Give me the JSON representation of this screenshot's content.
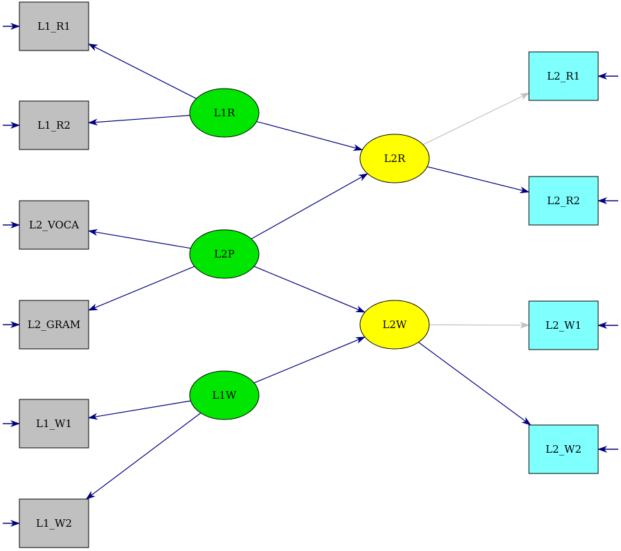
{
  "colors": {
    "observed_left_fill": "#c0c0c0",
    "observed_right_fill": "#80ffff",
    "latent_exogenous_fill": "#00e600",
    "latent_endogenous_fill": "#ffff00",
    "path_color": "#000080",
    "faint_path_color": "#c0c0c0",
    "background": "#ffffff"
  },
  "nodes": {
    "L1_R1": {
      "label": "L1_R1",
      "kind": "observed-left"
    },
    "L1_R2": {
      "label": "L1_R2",
      "kind": "observed-left"
    },
    "L2_VOCA": {
      "label": "L2_VOCA",
      "kind": "observed-left"
    },
    "L2_GRAM": {
      "label": "L2_GRAM",
      "kind": "observed-left"
    },
    "L1_W1": {
      "label": "L1_W1",
      "kind": "observed-left"
    },
    "L1_W2": {
      "label": "L1_W2",
      "kind": "observed-left"
    },
    "L1R": {
      "label": "L1R",
      "kind": "latent-exogenous"
    },
    "L2P": {
      "label": "L2P",
      "kind": "latent-exogenous"
    },
    "L1W": {
      "label": "L1W",
      "kind": "latent-exogenous"
    },
    "L2R": {
      "label": "L2R",
      "kind": "latent-endogenous"
    },
    "L2W": {
      "label": "L2W",
      "kind": "latent-endogenous"
    },
    "L2_R1": {
      "label": "L2_R1",
      "kind": "observed-right"
    },
    "L2_R2": {
      "label": "L2_R2",
      "kind": "observed-right"
    },
    "L2_W1": {
      "label": "L2_W1",
      "kind": "observed-right"
    },
    "L2_W2": {
      "label": "L2_W2",
      "kind": "observed-right"
    }
  },
  "paths": [
    {
      "from": "L1R",
      "to": "L1_R1",
      "style": "normal"
    },
    {
      "from": "L1R",
      "to": "L1_R2",
      "style": "normal"
    },
    {
      "from": "L2P",
      "to": "L2_VOCA",
      "style": "normal"
    },
    {
      "from": "L2P",
      "to": "L2_GRAM",
      "style": "normal"
    },
    {
      "from": "L1W",
      "to": "L1_W1",
      "style": "normal"
    },
    {
      "from": "L1W",
      "to": "L1_W2",
      "style": "normal"
    },
    {
      "from": "L1R",
      "to": "L2R",
      "style": "normal"
    },
    {
      "from": "L2P",
      "to": "L2R",
      "style": "normal"
    },
    {
      "from": "L2P",
      "to": "L2W",
      "style": "normal"
    },
    {
      "from": "L1W",
      "to": "L2W",
      "style": "normal"
    },
    {
      "from": "L2R",
      "to": "L2_R1",
      "style": "faint"
    },
    {
      "from": "L2R",
      "to": "L2_R2",
      "style": "normal"
    },
    {
      "from": "L2W",
      "to": "L2_W1",
      "style": "faint"
    },
    {
      "from": "L2W",
      "to": "L2_W2",
      "style": "normal"
    }
  ],
  "error_arrows": [
    "L1_R1",
    "L1_R2",
    "L2_VOCA",
    "L2_GRAM",
    "L1_W1",
    "L1_W2",
    "L2_R1",
    "L2_R2",
    "L2_W1",
    "L2_W2"
  ]
}
